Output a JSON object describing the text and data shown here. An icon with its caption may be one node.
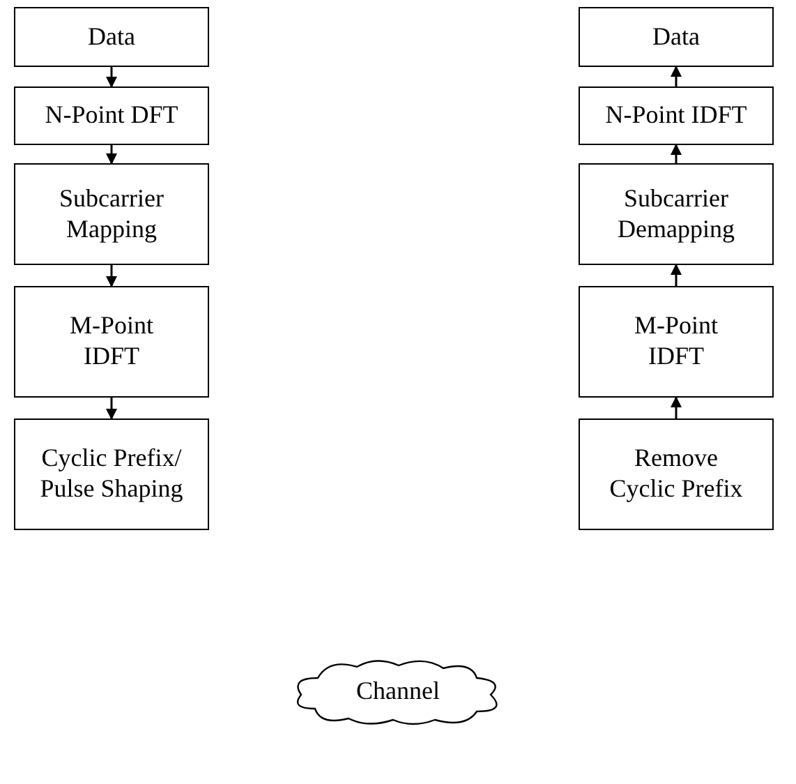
{
  "diagram": {
    "nodes": [
      {
        "text": [
          "Data"
        ]
      },
      {
        "text": [
          "N-Point DFT"
        ]
      },
      {
        "text": [
          "Subcarrier Mapping"
        ]
      },
      {
        "text": [
          "M-Point IDFT"
        ]
      },
      {
        "text": [
          "Cyclic Prefix/ Pulse Shaping"
        ]
      },
      {
        "text": [
          "Data"
        ]
      },
      {
        "text": [
          "N-Point IDFT"
        ]
      },
      {
        "text": [
          "Subcarrier Demapping"
        ]
      },
      {
        "text": [
          "M-Point IDFT"
        ]
      },
      {
        "text": [
          "Remove Cyclic Prefix"
        ]
      },
      {
        "text": [
          "Channel"
        ]
      }
    ],
    "edges": [
      {
        "from": 0,
        "to": 1,
        "arrow": "to"
      },
      {
        "from": 1,
        "to": 2,
        "arrow": "to"
      },
      {
        "from": 2,
        "to": 3,
        "arrow": "to"
      },
      {
        "from": 3,
        "to": 4,
        "arrow": "to"
      },
      {
        "from": 9,
        "to": 8,
        "arrow": "to"
      },
      {
        "from": 8,
        "to": 7,
        "arrow": "to"
      },
      {
        "from": 7,
        "to": 6,
        "arrow": "to"
      },
      {
        "from": 6,
        "to": 5,
        "arrow": "to"
      }
    ]
  }
}
